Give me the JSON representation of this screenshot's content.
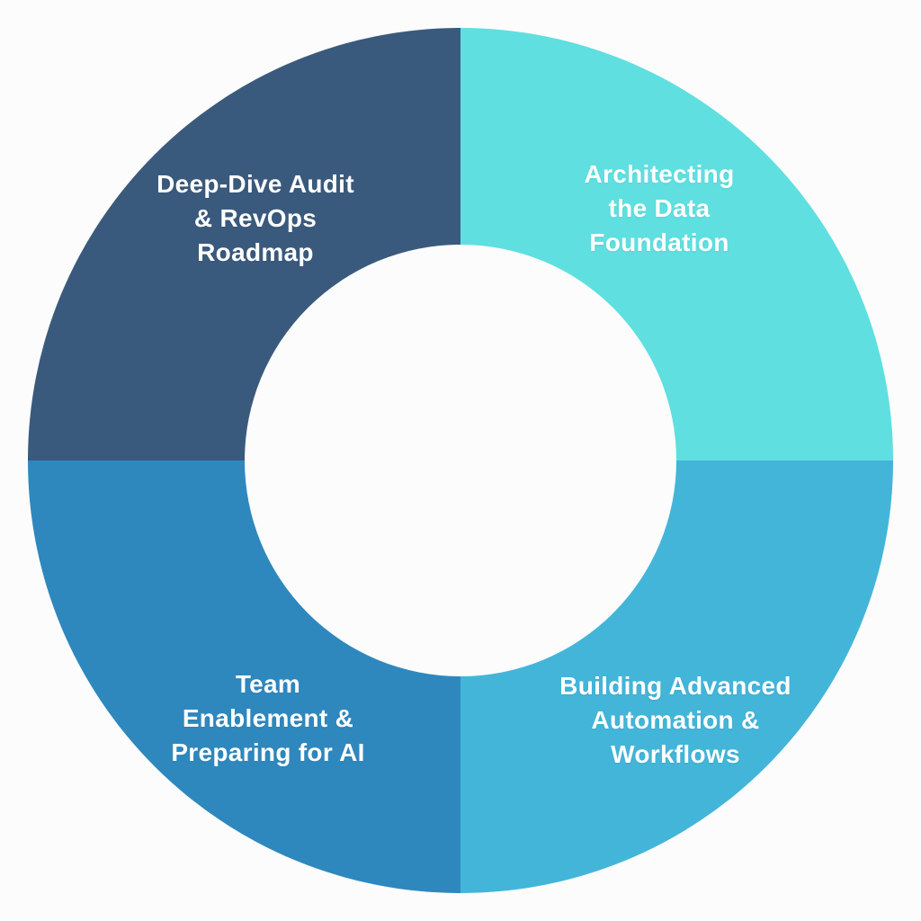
{
  "chart_data": {
    "type": "pie",
    "variant": "donut",
    "title": "",
    "hole_ratio": 0.5,
    "layout": "four equal quadrants, straight splits through center, labels inside ring",
    "background_color": "#fcfcfc",
    "text_color": "#ffffff",
    "segments": [
      {
        "position": "top-left",
        "label": "Deep-Dive Audit & RevOps Roadmap",
        "lines": [
          "Deep-Dive Audit",
          "& RevOps",
          "Roadmap"
        ],
        "value": 25,
        "color": "#3A5A7D"
      },
      {
        "position": "top-right",
        "label": "Architecting the Data Foundation",
        "lines": [
          "Architecting",
          "the Data",
          "Foundation"
        ],
        "value": 25,
        "color": "#5FDFE0"
      },
      {
        "position": "bottom-right",
        "label": "Building Advanced Automation & Workflows",
        "lines": [
          "Building Advanced",
          "Automation &",
          "Workflows"
        ],
        "value": 25,
        "color": "#43B5D9"
      },
      {
        "position": "bottom-left",
        "label": "Team Enablement & Preparing for AI",
        "lines": [
          "Team",
          "Enablement &",
          "Preparing for AI"
        ],
        "value": 25,
        "color": "#2E88BE"
      }
    ]
  }
}
